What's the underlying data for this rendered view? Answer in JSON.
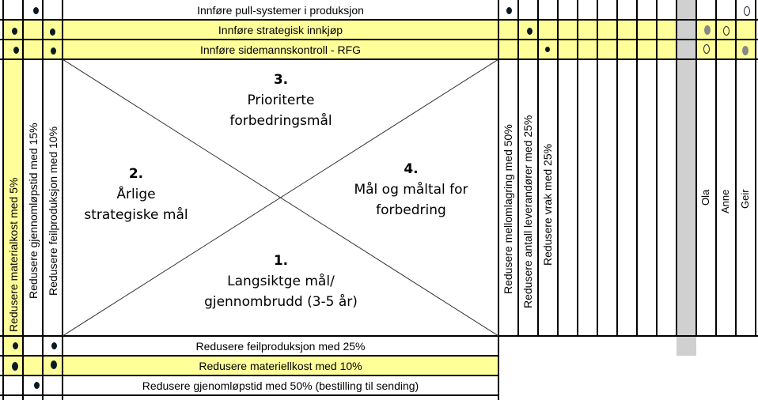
{
  "top_rows": [
    {
      "label": "Innføre pull-systemer i produksjon",
      "highlight": false
    },
    {
      "label": "Innføre strategisk innkjøp",
      "highlight": true
    },
    {
      "label": "Innføre sidemannskontroll  - RFG",
      "highlight": true
    }
  ],
  "bottom_rows": [
    {
      "label": "Redusere feilproduksjon med 25%",
      "highlight": false
    },
    {
      "label": "Redusere materiellkost med 10%",
      "highlight": true
    },
    {
      "label": "Redusere gjenomløpstid med 50% (bestilling til sending)",
      "highlight": false
    }
  ],
  "left_columns": [
    {
      "label": "Redusere materialkost med 5%",
      "highlight": true
    },
    {
      "label": "Redusere gjennomløpstid med 15%",
      "highlight": false
    },
    {
      "label": "Redusere feilproduksjon med 10%",
      "highlight": false
    }
  ],
  "right_columns": [
    {
      "label": "Redusere mellomlagring med 50%"
    },
    {
      "label": "Redusere antall leverandører med 25%"
    },
    {
      "label": "Redusere vrak med 25%"
    }
  ],
  "people": [
    "Ola",
    "Anne",
    "Geir"
  ],
  "matrix": {
    "q1": {
      "num": "1.",
      "line1": "Langsiktge mål/",
      "line2": "gjennombrudd (3-5 år)"
    },
    "q2": {
      "num": "2.",
      "line1": "Årlige",
      "line2": "strategiske mål"
    },
    "q3": {
      "num": "3.",
      "line1": "Prioriterte",
      "line2": "forbedringsmål"
    },
    "q4": {
      "num": "4.",
      "line1": "Mål og måltal for",
      "line2": "forbedring"
    }
  },
  "legend_marks": {
    "correlation_strong": "filled-dot",
    "responsible": "gray-dot",
    "supporting": "ring"
  },
  "colors": {
    "highlight": "#ffff99",
    "separator": "#d0d0d0",
    "dot": "#0a1a24",
    "responsible": "#888888"
  }
}
